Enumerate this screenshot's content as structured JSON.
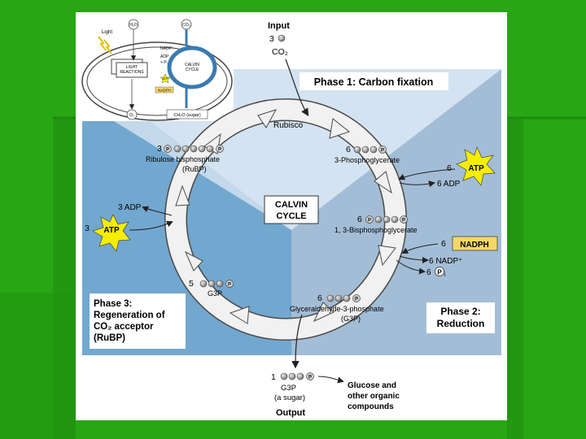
{
  "inset": {
    "light": "Light",
    "h2o": "H₂O",
    "co2": "CO₂",
    "nadp": "NADP⁺",
    "adp": "ADP",
    "pi": "+ Pᵢ",
    "light_reactions": [
      "LIGHT",
      "REACTIONS"
    ],
    "calvin_cycle": [
      "CALVIN",
      "CYCLE"
    ],
    "atp": "ATP",
    "nadph": "NADPH",
    "o2": "O₂",
    "sugar": "CH₂O (sugar)"
  },
  "input": {
    "label": "Input",
    "count": "3",
    "molecule": "CO₂"
  },
  "phase1": {
    "title": "Phase 1: Carbon fixation",
    "enzyme": "Rubisco"
  },
  "phase2": {
    "title_line1": "Phase 2:",
    "title_line2": "Reduction"
  },
  "phase3": {
    "lines": [
      "Phase 3:",
      "Regeneration of",
      "CO₂ acceptor",
      "(RuBP)"
    ]
  },
  "center": {
    "line1": "CALVIN",
    "line2": "CYCLE"
  },
  "molecules": {
    "pga": {
      "count": "6",
      "name": "3-Phosphoglycerate"
    },
    "bpg": {
      "count": "6",
      "name": "1, 3-Bisphosphoglycerate"
    },
    "g3p6": {
      "count": "6",
      "name": "Glyceraldehyde-3-phosphate",
      "abbr": "(G3P)"
    },
    "g3p5": {
      "count": "5",
      "name": "G3P"
    },
    "rubp": {
      "count": "3",
      "name": "Ribulose bisphosphate",
      "abbr": "(RuBP)"
    }
  },
  "energy": {
    "atp_in_count": "6",
    "atp_label": "ATP",
    "adp_out": "6 ADP",
    "nadph_count": "6",
    "nadph_label": "NADPH",
    "nadp_out": "6 NADP⁺",
    "pi_count": "6",
    "pi_sub": "i",
    "atp3_count": "3",
    "adp3": "3 ADP"
  },
  "phosphate_symbol": "P",
  "output": {
    "count": "1",
    "name": "G3P",
    "desc": "(a sugar)",
    "label": "Output",
    "products": [
      "Glucose and",
      "other organic",
      "compounds"
    ]
  },
  "colors": {
    "slide_green": "#29a614",
    "phase1_bg": "#d4e3f1",
    "phase2_bg": "#a3bdd6",
    "phase3_bg": "#72a7cf",
    "cycle_ring": "#f1f1f1",
    "nadph_box": "#f5d66a",
    "atp_star": "#f6ee00",
    "carbon": "#9a9a9a",
    "phosphate": "#b8b8b8"
  }
}
